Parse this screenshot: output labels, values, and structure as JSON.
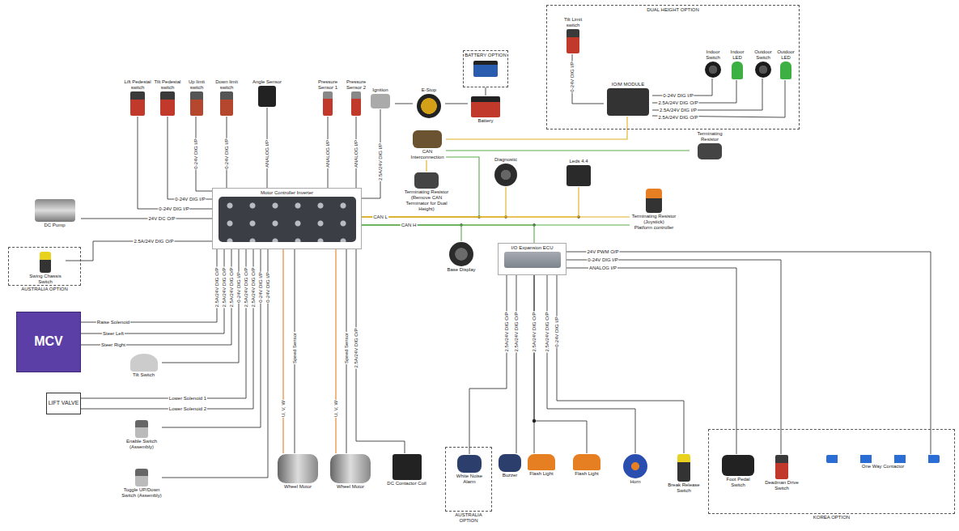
{
  "diagram": {
    "nodes": [
      {
        "text": [
          "Lift Pedestal switch"
        ]
      },
      {
        "text": [
          "Tilt Pedestal switch"
        ]
      },
      {
        "text": [
          "Up limit switch"
        ]
      },
      {
        "text": [
          "Down limit switch"
        ]
      },
      {
        "text": [
          "Angle Sensor"
        ]
      },
      {
        "text": [
          "Pressure Sensor 1"
        ]
      },
      {
        "text": [
          "Pressure Sensor 2"
        ]
      },
      {
        "text": [
          "Ignition"
        ]
      },
      {
        "text": [
          "E-Stop"
        ]
      },
      {
        "text": [
          "BATTERY OPTION"
        ]
      },
      {
        "text": [
          "Battery"
        ]
      },
      {
        "text": [
          "DUAL HEIGHT OPTION"
        ]
      },
      {
        "text": [
          "Tilt Limit switch"
        ],
        "in": 11
      },
      {
        "text": [
          "IO/M MODULE"
        ],
        "in": 11
      },
      {
        "text": [
          "Indoor Switch"
        ],
        "in": 11
      },
      {
        "text": [
          "Indoor LED"
        ],
        "in": 11
      },
      {
        "text": [
          "Outdoor Switch"
        ],
        "in": 11
      },
      {
        "text": [
          "Outdoor LED"
        ],
        "in": 11
      },
      {
        "text": [
          "Terminating Resistor"
        ]
      },
      {
        "text": [
          "CAN Interconnection"
        ]
      },
      {
        "text": [
          "Terminating Resistor",
          "(Remove CAN Terminator for Dual Height)"
        ]
      },
      {
        "text": [
          "Diagnostic"
        ]
      },
      {
        "text": [
          "Leds 4.4"
        ]
      },
      {
        "text": [
          "Motor Controller Inverter"
        ]
      },
      {
        "text": [
          "Terminating Resistor (Joystick)",
          "Platform controller"
        ]
      },
      {
        "text": [
          "DC Pump"
        ]
      },
      {
        "text": [
          "AUSTRALIA OPTION"
        ]
      },
      {
        "text": [
          "Swing Chassis Switch"
        ],
        "in": 26
      },
      {
        "text": [
          "MCV"
        ]
      },
      {
        "text": [
          "LIFT VALVE"
        ]
      },
      {
        "text": [
          "Tilt Switch"
        ]
      },
      {
        "text": [
          "Enable Switch (Assembly)"
        ]
      },
      {
        "text": [
          "Toggle UP/Down Switch (Assembly)"
        ]
      },
      {
        "text": [
          "Wheel Motor"
        ]
      },
      {
        "text": [
          "Wheel Motor"
        ]
      },
      {
        "text": [
          "DC Contactor Coil"
        ]
      },
      {
        "text": [
          "Base Display"
        ]
      },
      {
        "text": [
          "I/O Expansion ECU"
        ]
      },
      {
        "text": [
          "AUSTRALIA OPTION"
        ]
      },
      {
        "text": [
          "White Noise Alarm"
        ],
        "in": 38
      },
      {
        "text": [
          "Buzzer"
        ]
      },
      {
        "text": [
          "Flash Light"
        ]
      },
      {
        "text": [
          "Flash Light"
        ]
      },
      {
        "text": [
          "Horn"
        ]
      },
      {
        "text": [
          "Break Release Switch"
        ]
      },
      {
        "text": [
          "KOREA OPTION"
        ]
      },
      {
        "text": [
          "Foot Pedal Switch"
        ],
        "in": 45
      },
      {
        "text": [
          "Deadman Drive Switch"
        ],
        "in": 45
      },
      {
        "text": [
          "One Way Contactor"
        ],
        "in": 45
      }
    ],
    "edges": [
      {
        "from": 0,
        "to": 23,
        "arrow": "none",
        "label": "0-24V DIG I/P"
      },
      {
        "from": 1,
        "to": 23,
        "arrow": "none",
        "label": "0-24V DIG I/P"
      },
      {
        "from": 2,
        "to": 23,
        "arrow": "none",
        "label": "0-24V DIG I/P"
      },
      {
        "from": 3,
        "to": 23,
        "arrow": "none",
        "label": "0-24V DIG I/P"
      },
      {
        "from": 4,
        "to": 23,
        "arrow": "none",
        "label": "ANALOG I/P"
      },
      {
        "from": 5,
        "to": 23,
        "arrow": "none",
        "label": "ANALOG I/P"
      },
      {
        "from": 6,
        "to": 23,
        "arrow": "none",
        "label": "ANALOG I/P"
      },
      {
        "from": 7,
        "to": 23,
        "arrow": "none",
        "label": "2.5A/24V DIG I/P"
      },
      {
        "from": 8,
        "to": 7,
        "arrow": "none"
      },
      {
        "from": 10,
        "to": 8,
        "arrow": "none"
      },
      {
        "from": 9,
        "to": 10,
        "arrow": "none"
      },
      {
        "from": 12,
        "to": 13,
        "arrow": "none",
        "label": "0-24V DIG I/P"
      },
      {
        "from": 13,
        "to": 14,
        "arrow": "none",
        "label": "0-24V DIG I/P"
      },
      {
        "from": 13,
        "to": 15,
        "arrow": "none",
        "label": "2.5A/24V DIG O/P"
      },
      {
        "from": 13,
        "to": 16,
        "arrow": "none",
        "label": "2.5A/24V DIG I/P"
      },
      {
        "from": 13,
        "to": 17,
        "arrow": "none",
        "label": "2.5A/24V DIG O/P"
      },
      {
        "from": 19,
        "to": 13,
        "arrow": "none"
      },
      {
        "from": 19,
        "to": 18,
        "arrow": "none"
      },
      {
        "from": 19,
        "to": 20,
        "arrow": "none"
      },
      {
        "from": 23,
        "to": 19,
        "arrow": "none"
      },
      {
        "from": 23,
        "to": 24,
        "arrow": "none",
        "label": "CAN L"
      },
      {
        "from": 23,
        "to": 24,
        "arrow": "none",
        "label": "CAN H"
      },
      {
        "from": 23,
        "to": 21,
        "arrow": "none"
      },
      {
        "from": 23,
        "to": 22,
        "arrow": "none"
      },
      {
        "from": 23,
        "to": 36,
        "arrow": "none"
      },
      {
        "from": 23,
        "to": 37,
        "arrow": "none"
      },
      {
        "from": 23,
        "to": 25,
        "arrow": "none",
        "label": "24V DC O/P"
      },
      {
        "from": 23,
        "to": 27,
        "arrow": "none",
        "label": "2.5A/24V DIG O/P"
      },
      {
        "from": 23,
        "to": 28,
        "arrow": "none",
        "label": "Raise Solenoid"
      },
      {
        "from": 23,
        "to": 28,
        "arrow": "none",
        "label": "Steer Left"
      },
      {
        "from": 23,
        "to": 28,
        "arrow": "none",
        "label": "Steer Right"
      },
      {
        "from": 23,
        "to": 29,
        "arrow": "none",
        "label": "Lower Solenoid 1"
      },
      {
        "from": 23,
        "to": 29,
        "arrow": "none",
        "label": "Lower Solenoid 2"
      },
      {
        "from": 23,
        "to": 30,
        "arrow": "none"
      },
      {
        "from": 23,
        "to": 31,
        "arrow": "none"
      },
      {
        "from": 23,
        "to": 32,
        "arrow": "none"
      },
      {
        "from": 23,
        "to": 33,
        "arrow": "none",
        "label": "U, V, W"
      },
      {
        "from": 23,
        "to": 33,
        "arrow": "none"
      },
      {
        "from": 23,
        "to": 34,
        "arrow": "none",
        "label": "U, V, W"
      },
      {
        "from": 23,
        "to": 34,
        "arrow": "none"
      },
      {
        "from": 23,
        "to": 35,
        "arrow": "none"
      },
      {
        "from": 37,
        "to": 39,
        "arrow": "none"
      },
      {
        "from": 37,
        "to": 40,
        "arrow": "none"
      },
      {
        "from": 37,
        "to": 41,
        "arrow": "none"
      },
      {
        "from": 37,
        "to": 42,
        "arrow": "none"
      },
      {
        "from": 37,
        "to": 43,
        "arrow": "none"
      },
      {
        "from": 37,
        "to": 44,
        "arrow": "none"
      },
      {
        "from": 37,
        "to": 48,
        "arrow": "none",
        "label": "24V PWM O/P"
      },
      {
        "from": 37,
        "to": 47,
        "arrow": "none",
        "label": "0-24V DIG I/P"
      },
      {
        "from": 37,
        "to": 46,
        "arrow": "none",
        "label": "ANALOG I/P"
      }
    ],
    "labels": [
      "2.5A/24V DIG O/P",
      "2.5A/24V DIG O/P",
      "2.5A/24V DIG O/P",
      "0-24V DIG I/P",
      "2.5A/24V DIG O/P",
      "2.5A/24V DIG O/P",
      "0-24V DIG I/P",
      "0-24V DIG I/P",
      "Speed Sensor",
      "Speed Sensor",
      "2.5A/24V DIG O/P",
      "2.5A/24V DIG O/P",
      "2.5A/24V DIG O/P",
      "2.5A/24V DIG O/P",
      "2.5A/24V DIG O/P",
      "0-24V DIG I/P"
    ]
  }
}
